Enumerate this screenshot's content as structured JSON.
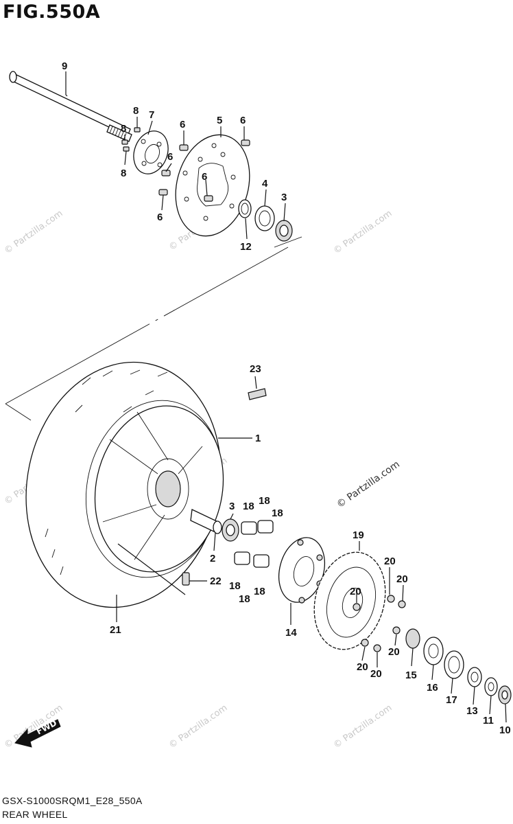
{
  "figure": {
    "title": "FIG.550A",
    "code": "GSX-S1000SRQM1_E28_550A",
    "subtitle": "REAR WHEEL"
  },
  "watermark": "© Partzilla.com",
  "fwd_label": "FWD",
  "callouts": {
    "c1": "1",
    "c2": "2",
    "c3a": "3",
    "c3b": "3",
    "c4": "4",
    "c5": "5",
    "c6a": "6",
    "c6b": "6",
    "c6c": "6",
    "c6d": "6",
    "c6e": "6",
    "c7": "7",
    "c8a": "8",
    "c8b": "8",
    "c8c": "8",
    "c9": "9",
    "c10": "10",
    "c11": "11",
    "c12": "12",
    "c13": "13",
    "c14": "14",
    "c15": "15",
    "c16": "16",
    "c17": "17",
    "c18a": "18",
    "c18b": "18",
    "c18c": "18",
    "c18d": "18",
    "c18e": "18",
    "c18f": "18",
    "c19": "19",
    "c20a": "20",
    "c20b": "20",
    "c20c": "20",
    "c20d": "20",
    "c20e": "20",
    "c20f": "20",
    "c21": "21",
    "c22": "22",
    "c23": "23"
  }
}
